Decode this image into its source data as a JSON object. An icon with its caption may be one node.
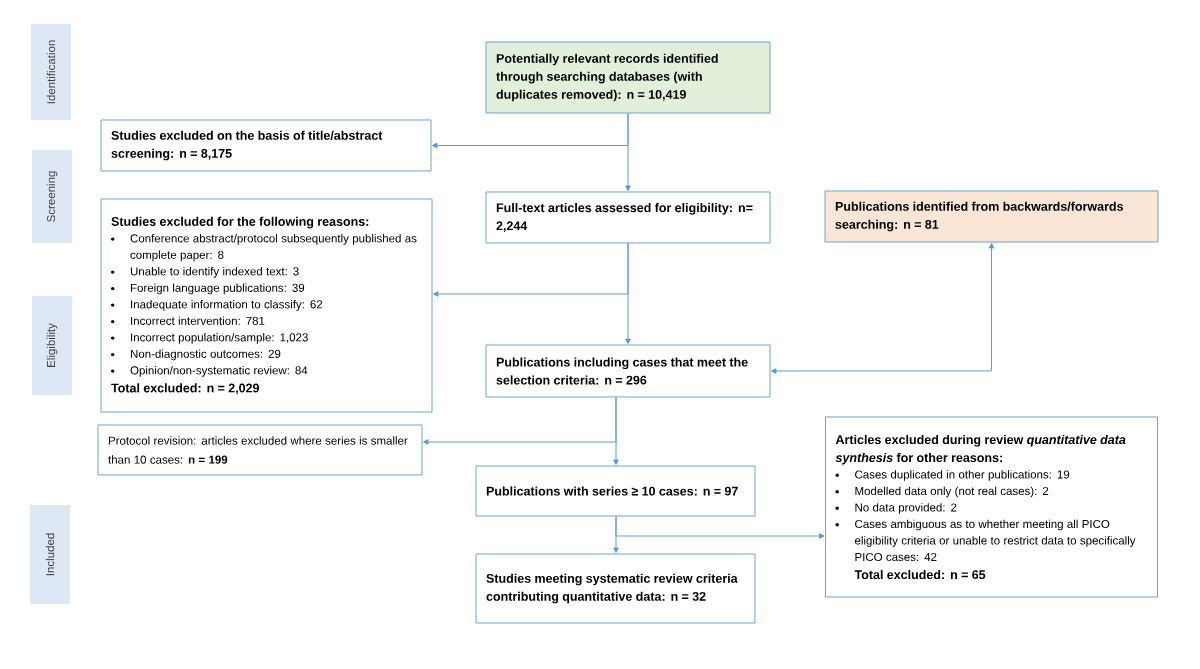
{
  "diagram": {
    "nodes": [
      {
        "text": [
          "Identification"
        ]
      },
      {
        "text": [
          "Potentially relevant records identified through searching databases (with duplicates removed): n = 10,419"
        ]
      },
      {
        "text": [
          "Studies excluded on the basis of title/abstract screening: n = 8,175"
        ]
      },
      {
        "text": [
          "Screening"
        ]
      },
      {
        "text": [
          "Full-text articles assessed for eligibility: n= 2,244"
        ]
      },
      {
        "text": [
          "Publications identified from backwards/forwards searching: n = 81"
        ]
      },
      {
        "text": [
          "Studies excluded for the following reasons:",
          "Conference abstract/protocol subsequently published as complete paper: 8",
          "Unable to identify indexed text: 3",
          "Foreign language publications: 39",
          "Inadequate information to classify: 62",
          "Incorrect intervention: 781",
          "Incorrect population/sample: 1,023",
          "Non-diagnostic outcomes: 29",
          "Opinion/non-systematic review: 84",
          "Total excluded: n = 2,029"
        ]
      },
      {
        "text": [
          "Eligibility"
        ]
      },
      {
        "text": [
          "Publications including cases that meet the selection criteria: n = 296"
        ]
      },
      {
        "text": [
          "Protocol revision: articles excluded where series is smaller than 10 cases: **n = 199**"
        ]
      },
      {
        "text": [
          "Publications with series ≥ 10 cases: n = 97"
        ]
      },
      {
        "text": [
          "Articles excluded during review *quantitative data synthesis* for other reasons:",
          "Cases duplicated in other publications: 19",
          "Modelled data only (not real cases): 2",
          "No data provided: 2",
          "Cases ambiguous as to whether meeting all PICO eligibility criteria or unable to restrict data to specifically PICO cases: 42",
          "Total excluded: n = 65"
        ]
      },
      {
        "text": [
          "Included"
        ]
      },
      {
        "text": [
          "Studies meeting systematic review criteria contributing quantitative data: n = 32"
        ]
      }
    ],
    "edges": [
      {
        "from": 1,
        "to": 4,
        "arrow": "to"
      },
      {
        "from": 1,
        "to": 2,
        "arrow": "to"
      },
      {
        "from": 4,
        "to": 8,
        "arrow": "to"
      },
      {
        "from": 4,
        "to": 6,
        "arrow": "to"
      },
      {
        "from": 5,
        "to": 8,
        "arrow": "both"
      },
      {
        "from": 8,
        "to": 10,
        "arrow": "to"
      },
      {
        "from": 8,
        "to": 9,
        "arrow": "to"
      },
      {
        "from": 10,
        "to": 13,
        "arrow": "to"
      },
      {
        "from": 10,
        "to": 11,
        "arrow": "to"
      }
    ]
  }
}
